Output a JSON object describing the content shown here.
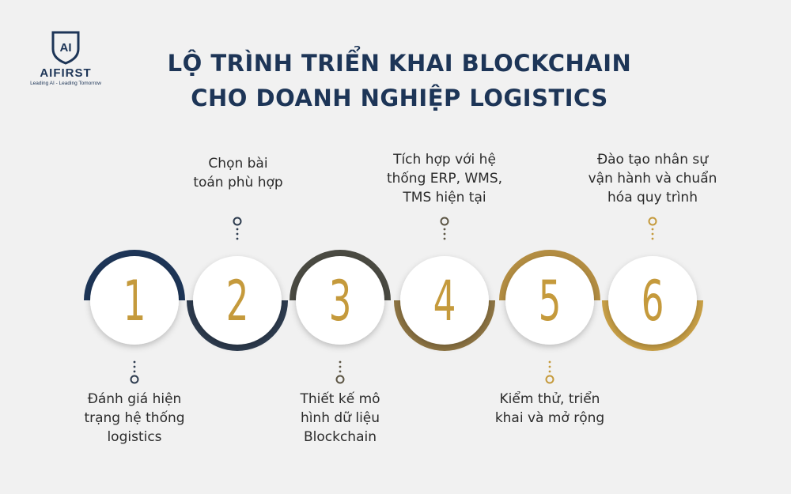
{
  "brand": {
    "logo_text": "AI",
    "name": "AIFIRST",
    "tagline": "Leading AI - Leading Tomorrow"
  },
  "title": {
    "line1": "LỘ TRÌNH TRIỂN KHAI BLOCKCHAIN",
    "line2": "CHO DOANH NGHIỆP LOGISTICS"
  },
  "colors": {
    "navy": "#1d3557",
    "gold": "#c59a3c",
    "background": "#f1f1f1"
  },
  "steps": [
    {
      "number": "1",
      "label": "Đánh giá hiện\ntrạng hệ thống\nlogistics"
    },
    {
      "number": "2",
      "label": "Chọn bài\ntoán phù hợp"
    },
    {
      "number": "3",
      "label": "Thiết kế mô\nhình dữ liệu\nBlockchain"
    },
    {
      "number": "4",
      "label": "Tích hợp với hệ\nthống ERP, WMS,\nTMS hiện tại"
    },
    {
      "number": "5",
      "label": "Kiểm thử, triển\nkhai và mở rộng"
    },
    {
      "number": "6",
      "label": "Đào tạo nhân sự\nvận hành và chuẩn\nhóa quy trình"
    }
  ]
}
